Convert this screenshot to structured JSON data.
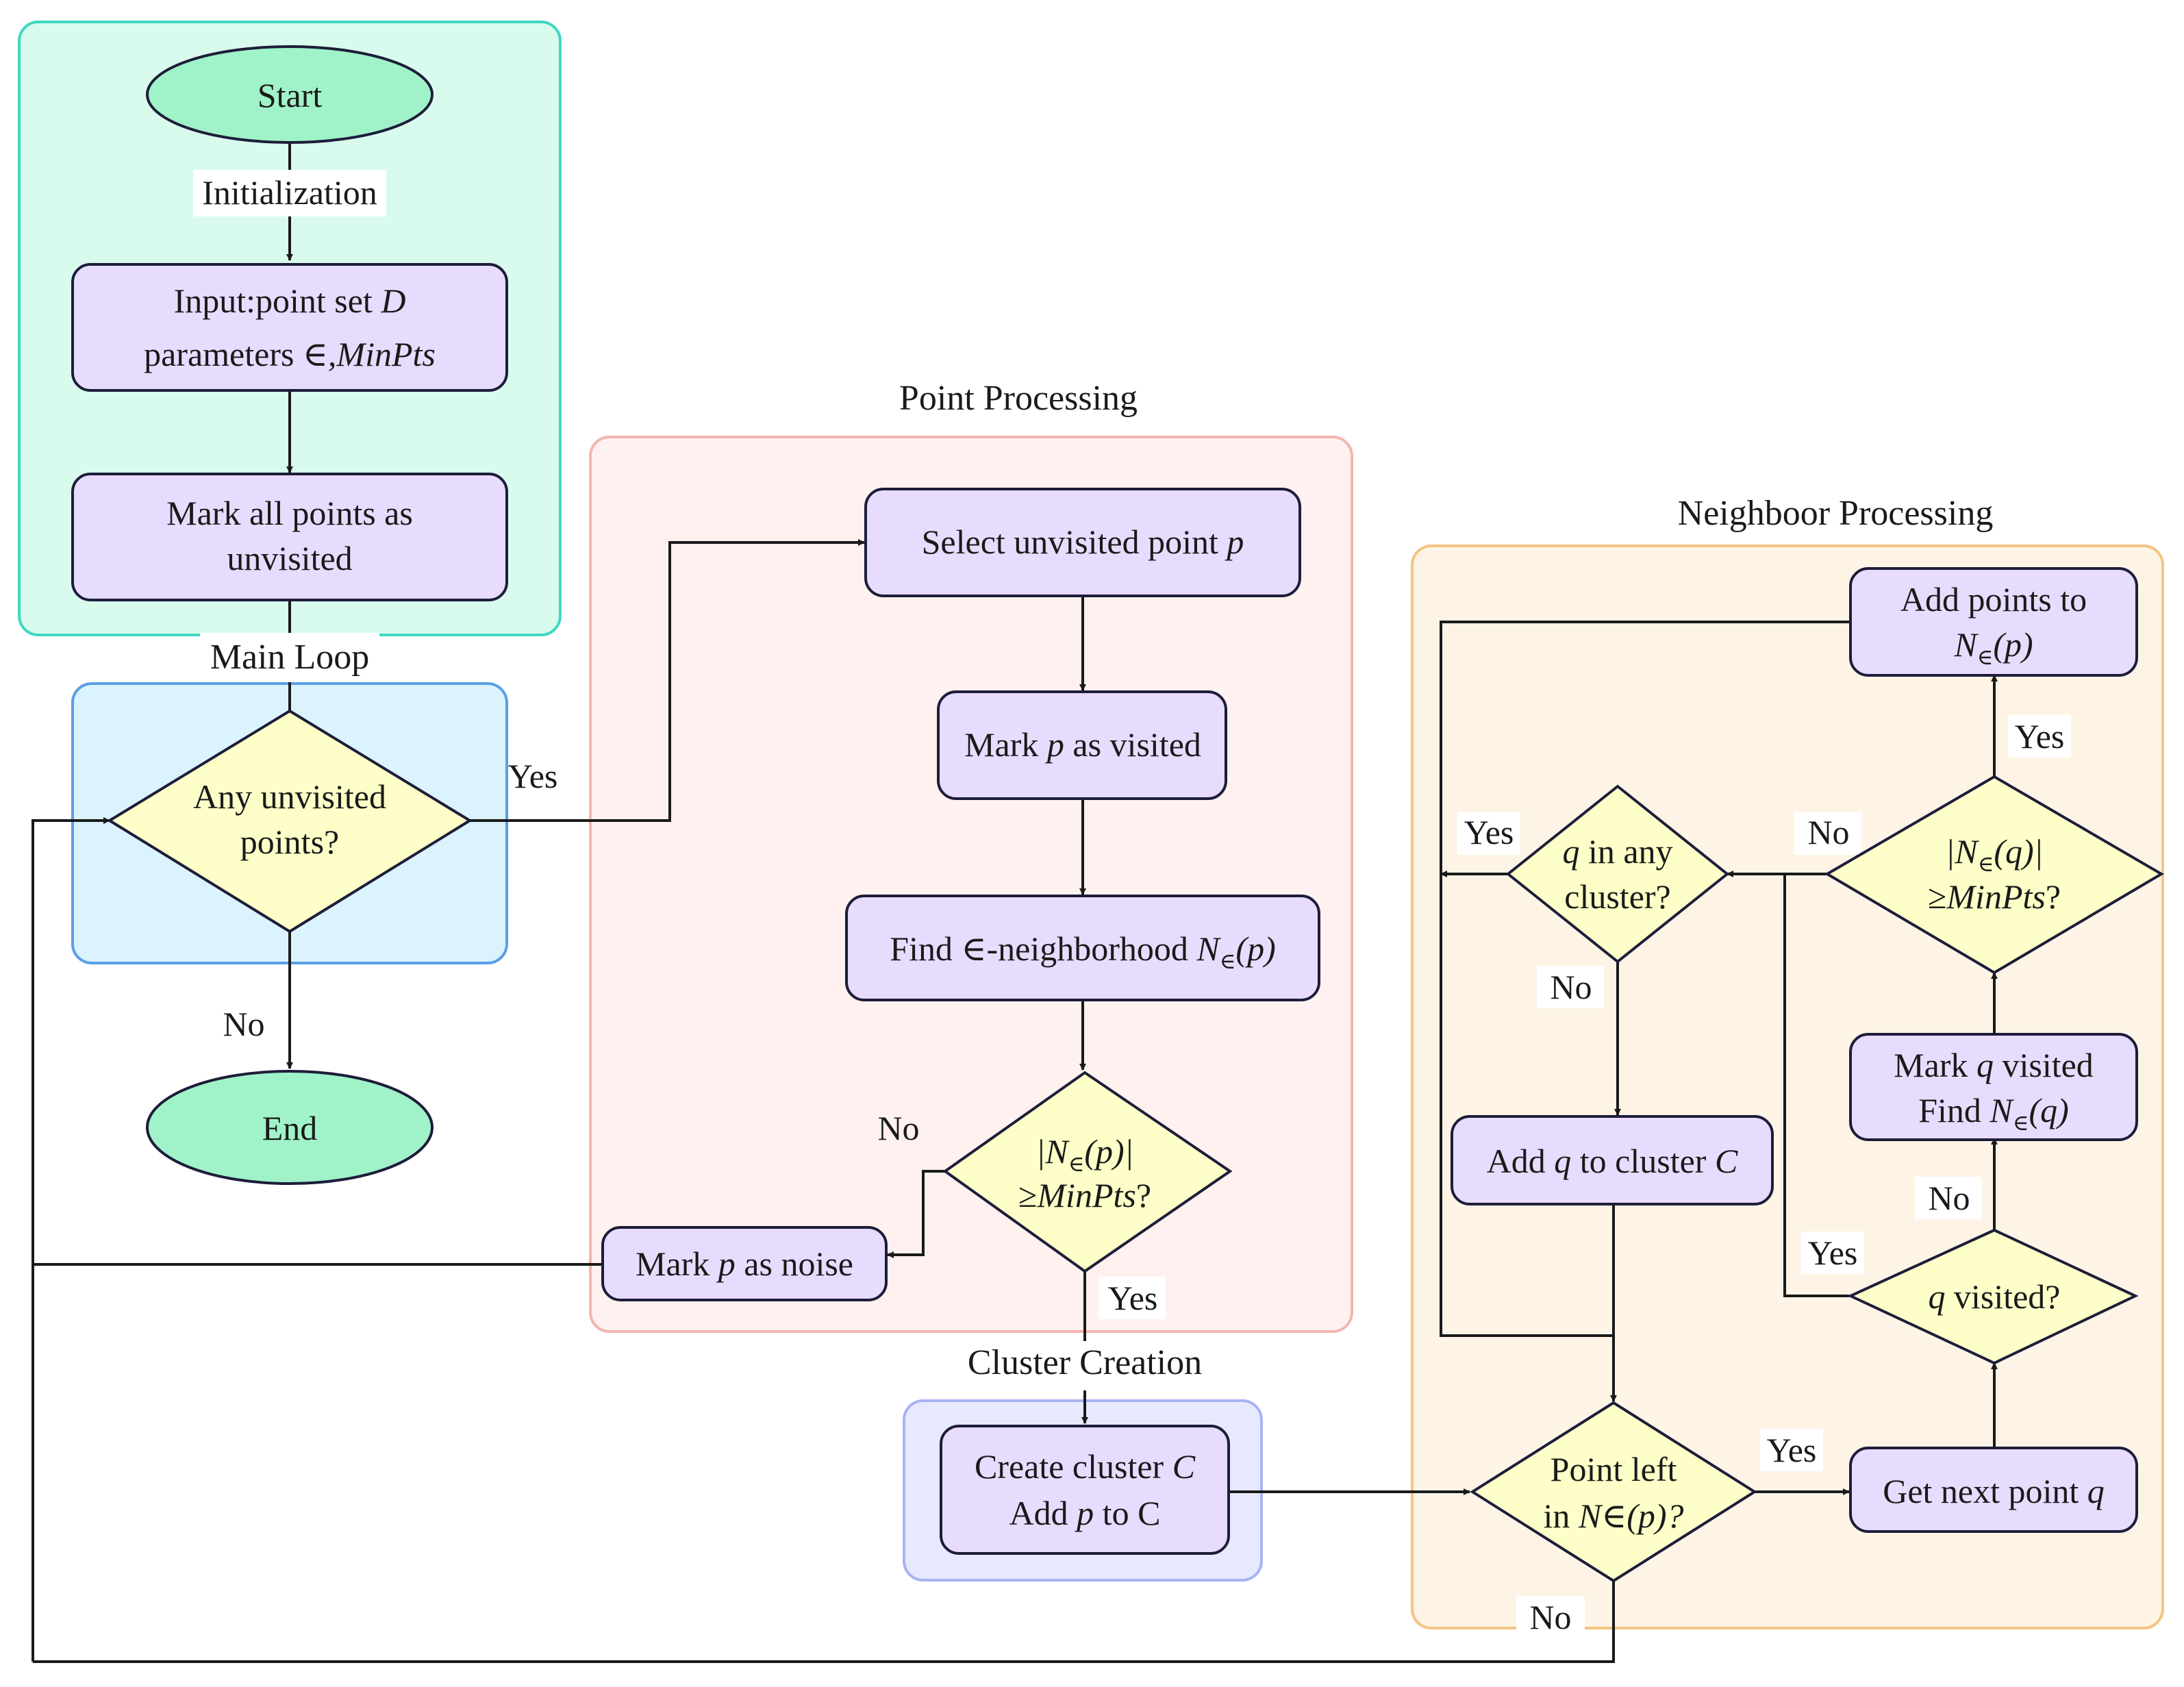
{
  "groups": {
    "init": {
      "title": ""
    },
    "main_loop": {
      "title": "Main Loop"
    },
    "point_processing": {
      "title": "Point Processing"
    },
    "cluster_creation": {
      "title": "Cluster Creation"
    },
    "neighbor_processing": {
      "title": "Neighboor Processing"
    }
  },
  "nodes": {
    "start": {
      "text": "Start"
    },
    "input_l1": {
      "text": "Input:point set "
    },
    "input_l1_var": {
      "text": "D"
    },
    "input_l2": {
      "text": "parameters "
    },
    "input_l2_var": {
      "text": "∈,MinPts"
    },
    "mark_all_l1": {
      "text": "Mark all points as"
    },
    "mark_all_l2": {
      "text": "unvisited"
    },
    "any_unvisited_l1": {
      "text": "Any unvisited"
    },
    "any_unvisited_l2": {
      "text": "points?"
    },
    "end": {
      "text": "End"
    },
    "select_unvisited": {
      "text": "Select unvisited point "
    },
    "select_unvisited_var": {
      "text": "p"
    },
    "mark_visited_a": {
      "text": "Mark "
    },
    "mark_visited_var": {
      "text": "p"
    },
    "mark_visited_b": {
      "text": " as visited"
    },
    "find_neigh_a": {
      "text": "Find "
    },
    "find_neigh_b": {
      "text": "∈"
    },
    "find_neigh_c": {
      "text": "-neighborhood "
    },
    "find_neigh_d": {
      "text": "N"
    },
    "find_neigh_sub": {
      "text": "∈"
    },
    "find_neigh_e": {
      "text": "(p)"
    },
    "core_check_l1_a": {
      "text": "|N"
    },
    "core_check_l1_sub": {
      "text": "∈"
    },
    "core_check_l1_b": {
      "text": "(p)|"
    },
    "core_check_l2_a": {
      "text": "≥"
    },
    "core_check_l2_b": {
      "text": "MinPts"
    },
    "core_check_l2_c": {
      "text": "?"
    },
    "mark_noise_a": {
      "text": "Mark "
    },
    "mark_noise_var": {
      "text": "p"
    },
    "mark_noise_b": {
      "text": " as noise"
    },
    "create_cluster_l1_a": {
      "text": "Create cluster "
    },
    "create_cluster_l1_var": {
      "text": "C"
    },
    "create_cluster_l2_a": {
      "text": "Add "
    },
    "create_cluster_l2_var": {
      "text": "p"
    },
    "create_cluster_l2_b": {
      "text": " to C"
    },
    "point_left_l1": {
      "text": "Point left"
    },
    "point_left_l2_a": {
      "text": "in "
    },
    "point_left_l2_b": {
      "text": "N∈(p)?"
    },
    "get_next_a": {
      "text": "Get next point "
    },
    "get_next_var": {
      "text": "q"
    },
    "q_visited_a": {
      "text": "q"
    },
    "q_visited_b": {
      "text": " visited?"
    },
    "mark_q_l1_a": {
      "text": "Mark "
    },
    "mark_q_l1_var": {
      "text": "q"
    },
    "mark_q_l1_b": {
      "text": " visited"
    },
    "mark_q_l2_a": {
      "text": "Find "
    },
    "mark_q_l2_b": {
      "text": "N"
    },
    "mark_q_l2_sub": {
      "text": "∈"
    },
    "mark_q_l2_c": {
      "text": "(q)"
    },
    "q_core_l1_a": {
      "text": "|N"
    },
    "q_core_l1_sub": {
      "text": "∈"
    },
    "q_core_l1_b": {
      "text": "(q)|"
    },
    "q_core_l2_a": {
      "text": "≥"
    },
    "q_core_l2_b": {
      "text": "MinPts"
    },
    "q_core_l2_c": {
      "text": "?"
    },
    "add_points_l1": {
      "text": "Add points to"
    },
    "add_points_l2_a": {
      "text": "N"
    },
    "add_points_l2_sub": {
      "text": "∈"
    },
    "add_points_l2_b": {
      "text": "(p)"
    },
    "q_in_cluster_l1_a": {
      "text": "q"
    },
    "q_in_cluster_l1_b": {
      "text": " in any"
    },
    "q_in_cluster_l2": {
      "text": "cluster?"
    },
    "add_q_a": {
      "text": "Add "
    },
    "add_q_var": {
      "text": "q"
    },
    "add_q_b": {
      "text": " to cluster "
    },
    "add_q_var2": {
      "text": "C"
    }
  },
  "edge_labels": {
    "initialization": "Initialization",
    "any_yes": "Yes",
    "any_no": "No",
    "core_no": "No",
    "core_yes": "Yes",
    "point_left_yes": "Yes",
    "point_left_no": "No",
    "q_visited_yes": "Yes",
    "q_visited_no": "No",
    "q_core_yes": "Yes",
    "q_core_no": "No",
    "q_in_cluster_yes": "Yes",
    "q_in_cluster_no": "No"
  },
  "colors": {
    "init_group_fill": "#d9fbed",
    "init_group_stroke": "#3fd7c4",
    "main_loop_fill": "#dbf3fd",
    "main_loop_stroke": "#5a9ee6",
    "point_processing_fill": "#fff1ef",
    "point_processing_stroke": "#f4b5ae",
    "cluster_creation_fill": "#e7eafe",
    "cluster_creation_stroke": "#a9b3f4",
    "neighbor_processing_fill": "#fef4e6",
    "neighbor_processing_stroke": "#f4c47f",
    "process_fill": "#e7dcfe",
    "decision_fill": "#fefec8",
    "terminal_fill": "#a0f3c8",
    "stroke": "#1d1d3a"
  }
}
